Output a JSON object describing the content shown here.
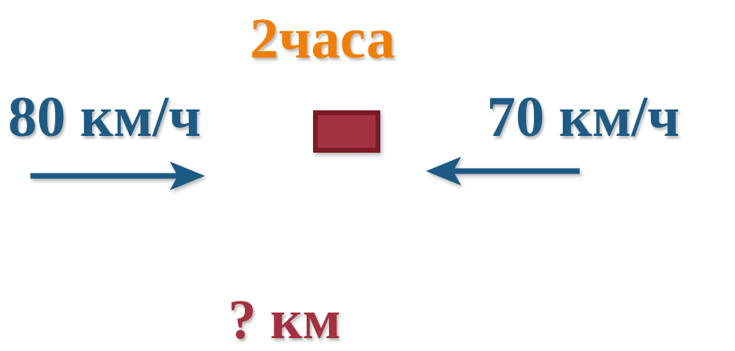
{
  "labels": {
    "time": "2часа",
    "speed_left": "80 км/ч",
    "speed_right": "70 км/ч",
    "distance": "? км"
  },
  "colors": {
    "time": "#f07f09",
    "speed": "#1f5a84",
    "road": "#a3313f",
    "flag": "#a3313f",
    "flag_border": "#7a1e28",
    "arrow": "#1f5a84",
    "distance_text": "#a3313f",
    "distance_line": "#1f5a84"
  },
  "icons": {
    "left_arrow": "arrow-right-icon",
    "right_arrow": "arrow-left-icon",
    "flag": "flag-icon"
  }
}
